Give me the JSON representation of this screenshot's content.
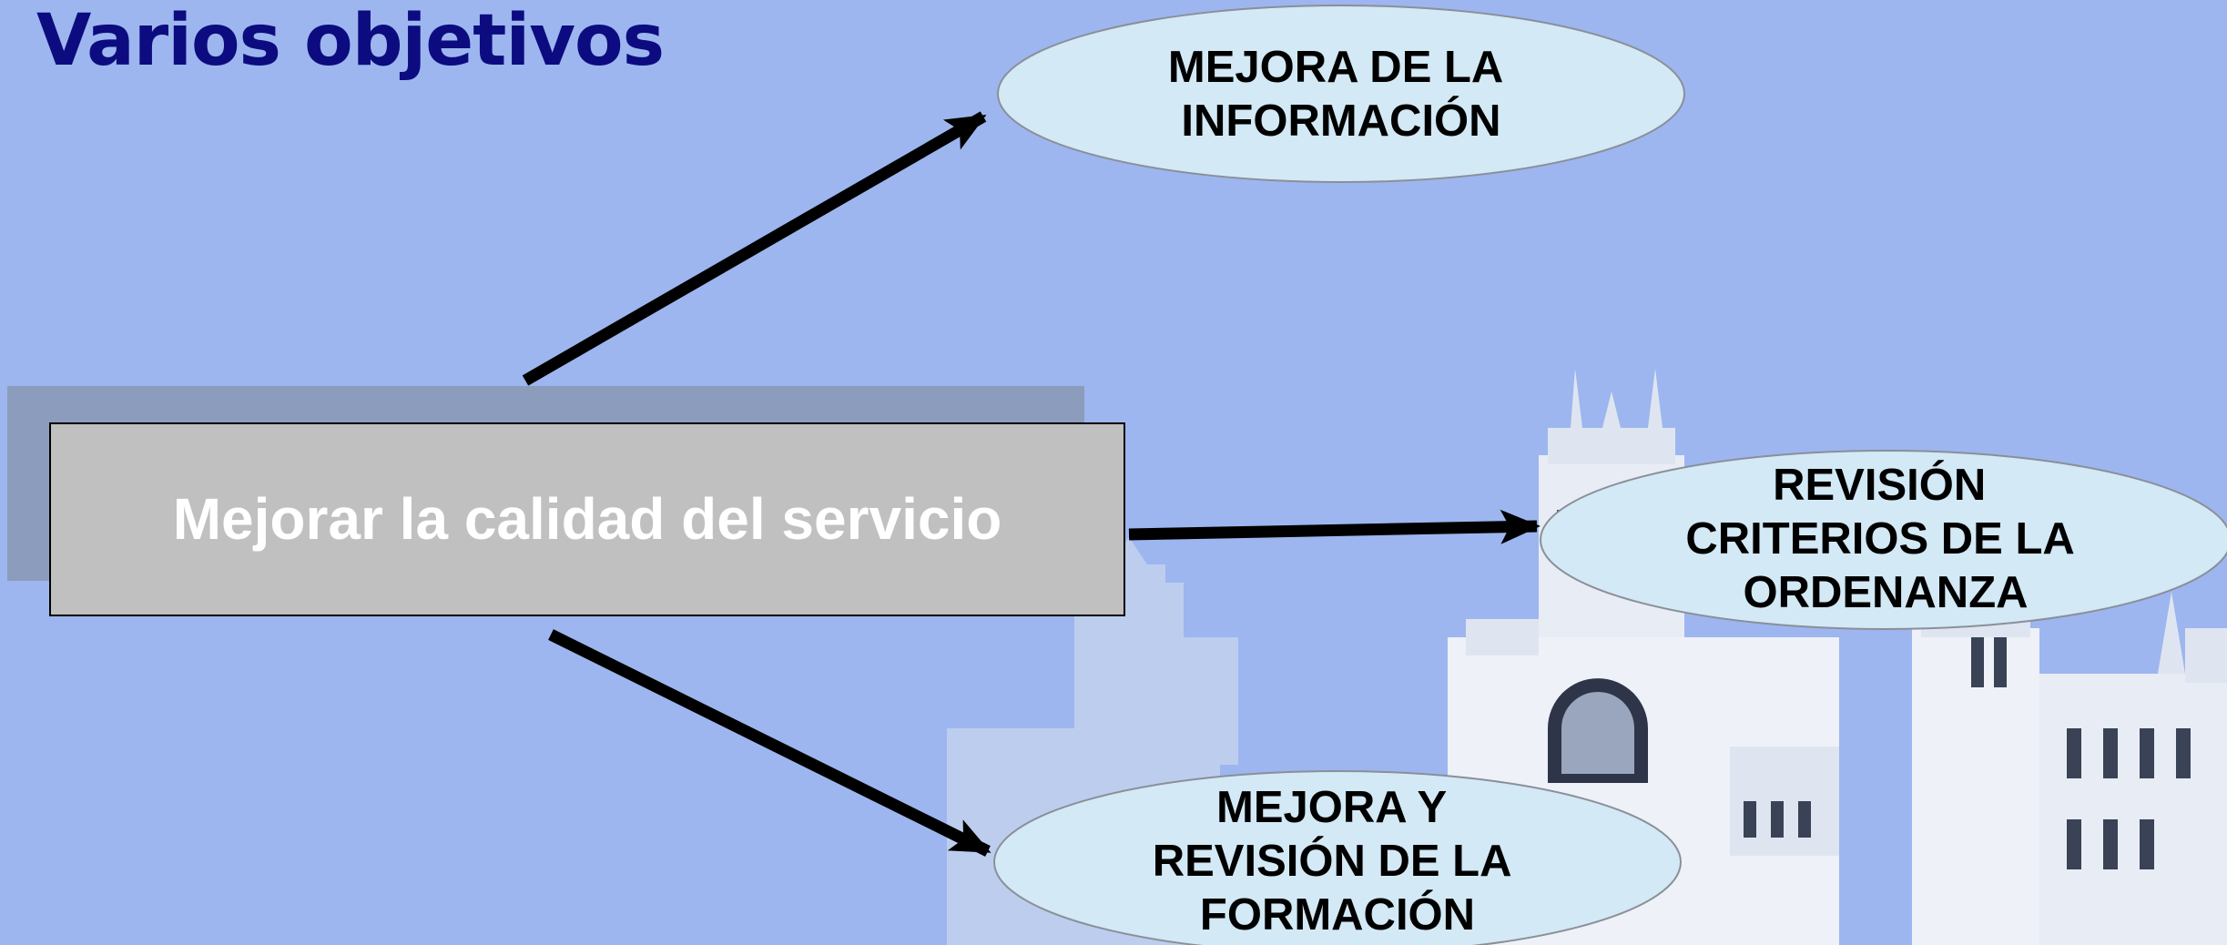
{
  "slide": {
    "title": "Varios objetivos"
  },
  "main_box": {
    "label": "Mejorar la calidad del servicio"
  },
  "objectives": [
    {
      "lines": [
        "MEJORA DE LA",
        "INFORMACIÓN"
      ]
    },
    {
      "lines": [
        "REVISIÓN",
        "CRITERIOS DE LA",
        "ORDENANZA"
      ]
    },
    {
      "lines": [
        "MEJORA Y",
        "REVISIÓN DE LA",
        "FORMACIÓN"
      ]
    }
  ],
  "colors": {
    "background": "#9db6ef",
    "title": "#0c0c80",
    "main_box_fill": "#c0c0c0",
    "main_box_shadow": "#8c9cbc",
    "ellipse_fill": "#d3e9f5",
    "arrow": "#000000"
  },
  "decorations": {
    "background_image": "building-silhouette"
  }
}
